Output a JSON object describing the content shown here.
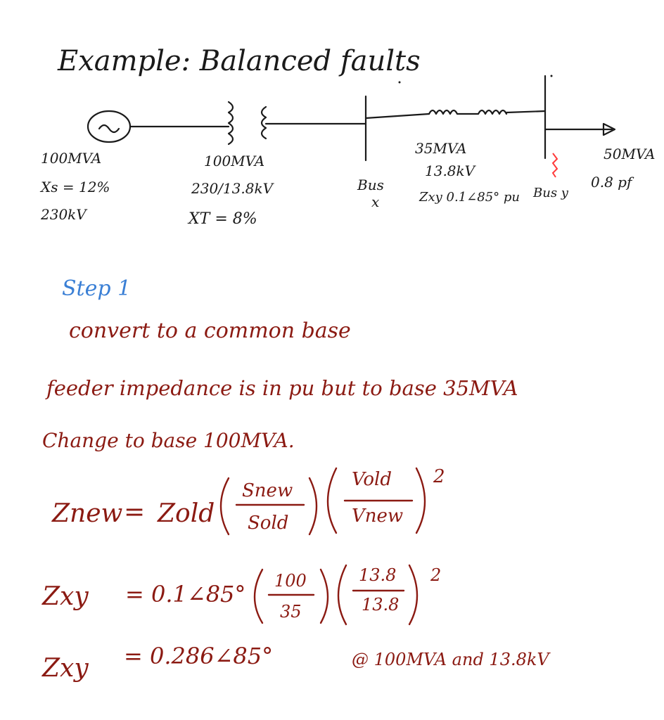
{
  "title": "Example: Balanced faults",
  "diagram": {
    "generator": {
      "rating": "100MVA",
      "reactance": "Xs = 12%",
      "voltage": "230kV"
    },
    "transformer": {
      "rating": "100MVA",
      "ratio": "230/13.8kV",
      "reactance": "XT = 8%"
    },
    "bus_x": {
      "label": "Bus",
      "sub": "x"
    },
    "feeder": {
      "rating": "35MVA",
      "voltage": "13.8kV",
      "impedance": "Zxy 0.1∠85° pu"
    },
    "bus_y": {
      "label": "Bus y"
    },
    "load": {
      "rating": "50MVA",
      "pf": "0.8 pf"
    }
  },
  "notes": {
    "step": "Step 1",
    "line1": "convert to a common base",
    "line2": "feeder impedance is in pu but to base 35MVA",
    "line3": "Change to base 100MVA."
  },
  "equations": {
    "eq1": {
      "lhs": "Znew",
      "eq": "=",
      "z_old": "Zold",
      "s_num": "Snew",
      "s_den": "Sold",
      "v_num": "Vold",
      "v_den": "Vnew",
      "exp": "2"
    },
    "eq2": {
      "lhs": "Zxy",
      "rhs": "= 0.1∠85°",
      "f1_num": "100",
      "f1_den": "35",
      "f2_num": "13.8",
      "f2_den": "13.8",
      "exp": "2"
    },
    "eq3": {
      "lhs": "Zxy",
      "rhs": "= 0.286∠85°",
      "note": "@ 100MVA and 13.8kV"
    }
  }
}
